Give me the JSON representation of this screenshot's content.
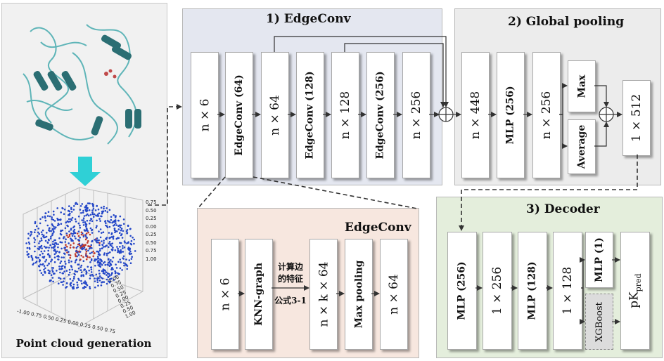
{
  "panels": {
    "left_caption": "Point cloud generation",
    "edgeconv_title": "1) EdgeConv",
    "global_title": "2) Global pooling",
    "decoder_title": "3) Decoder",
    "edgeconv_detail_title": "EdgeConv"
  },
  "edgeconv_blocks": [
    "n × 6",
    "EdgeConv (64)",
    "n × 64",
    "EdgeConv (128)",
    "n × 128",
    "EdgeConv (256)",
    "n × 256"
  ],
  "global_blocks": [
    "n × 448",
    "MLP (256)",
    "n × 256",
    "Max",
    "Average",
    "1 × 512"
  ],
  "decoder_blocks": [
    "MLP (256)",
    "1 × 256",
    "MLP (128)",
    "1 × 128",
    "MLP (1)",
    "XGBoost",
    "pK",
    "pred"
  ],
  "detail_blocks": [
    "n × 6",
    "KNN-graph",
    "n × k × 64",
    "Max pooling",
    "n × 64"
  ],
  "detail_note": [
    "计算边",
    "的特征",
    "公式3-1"
  ],
  "plot_ticks": {
    "right": [
      "0.75",
      "0.50",
      "0.25",
      "0.00",
      "0.25",
      "0.50",
      "0.75",
      "1.00"
    ],
    "bottom_left": "-1.00 0.75 0.50 0.25 0.00 0.25 0.50 0.75",
    "bottom_right": [
      "1.00",
      "0.75",
      "0.50",
      "0.25",
      "0.00",
      "0.25",
      "0.50",
      "1.00"
    ]
  },
  "colors": {
    "edgeconv_bg": "#e4e7f0",
    "global_bg": "#ececec",
    "decoder_bg": "#e4eedc",
    "detail_bg": "#f7e7df",
    "arrow_cyan": "#2fd0d6",
    "protein": "#3a8f94"
  }
}
